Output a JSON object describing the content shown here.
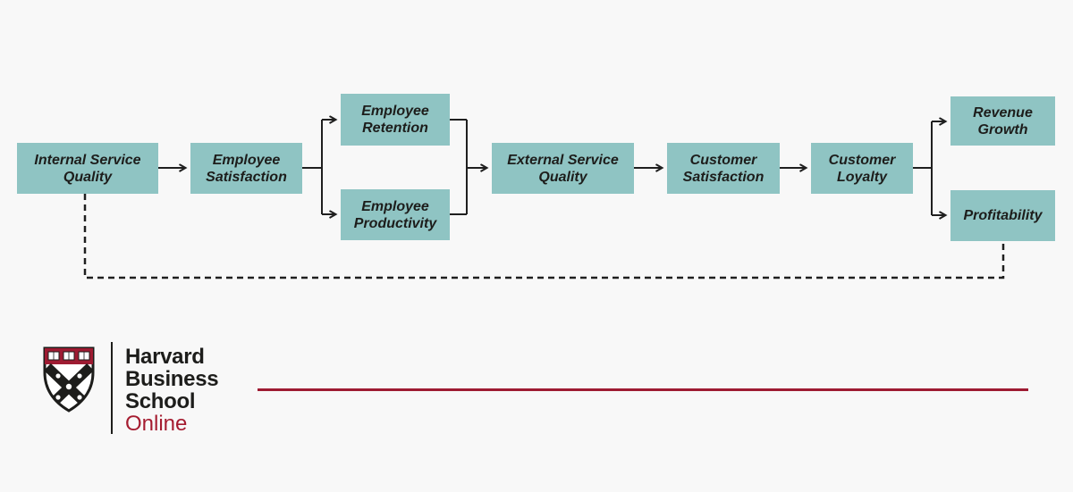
{
  "colors": {
    "background": "#F8F8F8",
    "node_fill": "#8FC4C3",
    "node_text": "#1D1D1B",
    "connector": "#1F1F1F",
    "crimson": "#A51C30",
    "rule": "#9E1B32"
  },
  "diagram": {
    "nodes": [
      {
        "label": "Internal Service Quality"
      },
      {
        "label": "Employee Satisfaction"
      },
      {
        "label": "Employee Retention"
      },
      {
        "label": "Employee Productivity"
      },
      {
        "label": "External Service Quality"
      },
      {
        "label": "Customer Satisfaction"
      },
      {
        "label": "Customer Loyalty"
      },
      {
        "label": "Revenue Growth"
      },
      {
        "label": "Profitability"
      }
    ],
    "edges": [
      {
        "from": "Internal Service Quality",
        "to": "Employee Satisfaction",
        "style": "solid-arrow"
      },
      {
        "from": "Employee Satisfaction",
        "to": "Employee Retention",
        "style": "solid-arrow"
      },
      {
        "from": "Employee Satisfaction",
        "to": "Employee Productivity",
        "style": "solid-arrow"
      },
      {
        "from": "Employee Retention",
        "to": "External Service Quality",
        "style": "solid-arrow"
      },
      {
        "from": "Employee Productivity",
        "to": "External Service Quality",
        "style": "solid-arrow"
      },
      {
        "from": "External Service Quality",
        "to": "Customer Satisfaction",
        "style": "solid-arrow"
      },
      {
        "from": "Customer Satisfaction",
        "to": "Customer Loyalty",
        "style": "solid-arrow"
      },
      {
        "from": "Customer Loyalty",
        "to": "Revenue Growth",
        "style": "solid-arrow"
      },
      {
        "from": "Customer Loyalty",
        "to": "Profitability",
        "style": "solid-arrow"
      },
      {
        "from": "Profitability",
        "to": "Internal Service Quality",
        "style": "dashed-feedback"
      }
    ]
  },
  "logo": {
    "school_name_lines": [
      "Harvard",
      "Business",
      "School"
    ],
    "online_label": "Online",
    "shield_icon": "hbs-shield"
  }
}
